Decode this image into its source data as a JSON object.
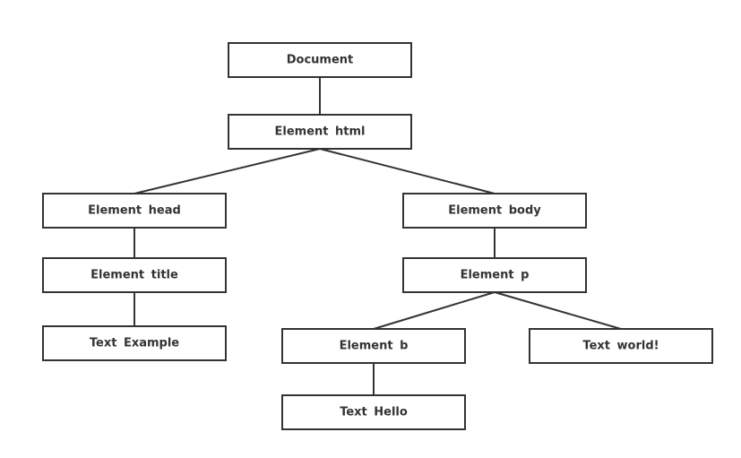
{
  "nodes": {
    "document": "Document",
    "html": "Element  html",
    "head": "Element  head",
    "title": "Element  title",
    "text_example": "Text  Example",
    "body": "Element  body",
    "p": "Element  p",
    "b": "Element  b",
    "text_hello": "Text  Hello",
    "text_world": "Text  world!"
  },
  "colors": {
    "stroke": "#333333",
    "text": "#333333",
    "background": "#ffffff"
  }
}
